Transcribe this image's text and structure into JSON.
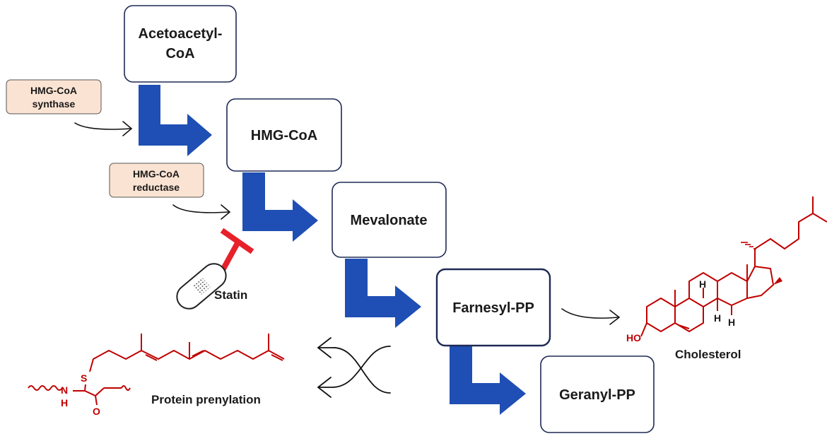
{
  "nodes": {
    "acetoacetyl_line1": "Acetoacetyl-",
    "acetoacetyl_line2": "CoA",
    "hmg_coa": "HMG-CoA",
    "mevalonate": "Mevalonate",
    "farnesyl_pp": "Farnesyl-PP",
    "geranyl_pp": "Geranyl-PP"
  },
  "enzymes": {
    "synthase_line1": "HMG-CoA",
    "synthase_line2": "synthase",
    "reductase_line1": "HMG-CoA",
    "reductase_line2": "reductase"
  },
  "labels": {
    "statin": "Statin",
    "cholesterol": "Cholesterol",
    "protein_prenylation": "Protein prenylation"
  },
  "chemistry": {
    "hydroxyl": "HO",
    "hydrogen": "H",
    "sulfur": "S",
    "nitrogen": "N",
    "oxygen": "O"
  },
  "colors": {
    "arrow_blue": "#1f4fb4",
    "inhibitor_red": "#e8202a",
    "molecule_red": "#c00000",
    "enzyme_fill": "#fbe3d3",
    "box_border": "#1f2a55"
  }
}
